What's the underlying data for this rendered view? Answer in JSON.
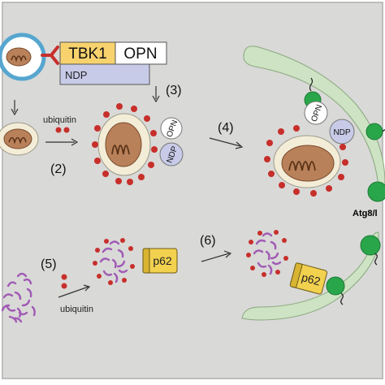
{
  "labels": {
    "tbk1": "TBK1",
    "opn": "OPN",
    "ndp": "NDP",
    "opn_small": "OPN",
    "ndp_small": "NDP",
    "opn_right": "OPN",
    "ndp_right": "NDP",
    "ubiquitin_top": "ubiquitin",
    "ubiquitin_bottom": "ubiquitin",
    "p62_mid": "p62",
    "p62_right": "p62",
    "atg8": "Atg8/l"
  },
  "steps": {
    "s2": "(2)",
    "s3": "(3)",
    "s4": "(4)",
    "s5": "(5)",
    "s6": "(6)"
  },
  "colors": {
    "background": "#d9d9d7",
    "frame": "#c0c0bf",
    "phagophore": "#cde3c3",
    "mito_outer": "#f3edd8",
    "mito_inner": "#b9815a",
    "ubiquitin": "#c72f2b",
    "atg8": "#2aa64a",
    "tbk1": "#f7d26d",
    "ndp": "#c7cbe8",
    "p62": "#f2d14f",
    "aggregate": "#a05ab5"
  }
}
